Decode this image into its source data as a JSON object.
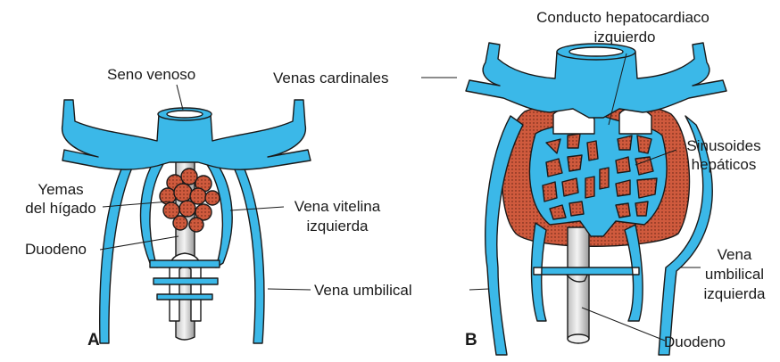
{
  "colors": {
    "vein": "#3bb8e8",
    "liver": "#cf5a3d",
    "outline": "#1a1a1a",
    "gut": "#e8e8e8"
  },
  "panels": {
    "a": "A",
    "b": "B"
  },
  "labels": {
    "seno_venoso": "Seno venoso",
    "venas_cardinales": "Venas cardinales",
    "yemas_1": "Yemas",
    "yemas_2": "del hígado",
    "vena_vitelina_1": "Vena vitelina",
    "vena_vitelina_2": "izquierda",
    "duodeno_a": "Duodeno",
    "vena_umbilical": "Vena umbilical",
    "conducto_1": "Conducto hepatocardiaco",
    "conducto_2": "izquierdo",
    "sinusoides_1": "Sinusoides",
    "sinusoides_2": "hepáticos",
    "vena_umb_izq_1": "Vena",
    "vena_umb_izq_2": "umbilical",
    "vena_umb_izq_3": "izquierda",
    "duodeno_b": "Duodeno"
  }
}
